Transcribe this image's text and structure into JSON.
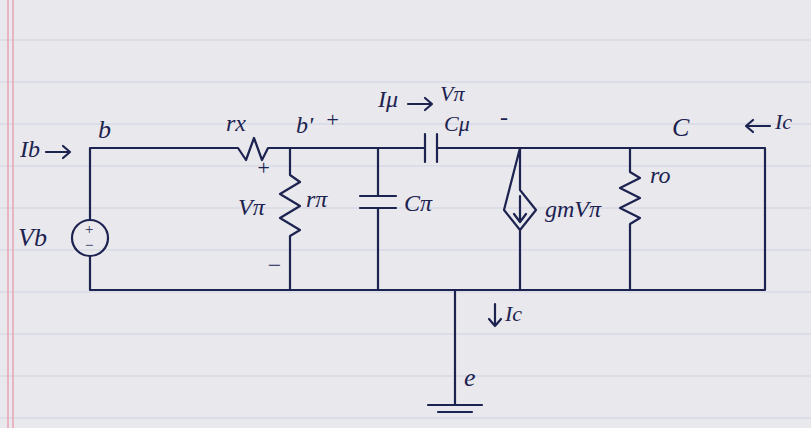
{
  "diagram": {
    "labels": [
      "Ib",
      "b",
      "rx",
      "b'",
      "+",
      "Iμ",
      "Vπ",
      "Cμ",
      "-",
      "C",
      "Ic",
      "+",
      "Vπ",
      "−",
      "rπ",
      "Cπ",
      "gmVπ",
      "ro",
      "Vb",
      "+",
      "−",
      "Ic",
      "e"
    ]
  }
}
